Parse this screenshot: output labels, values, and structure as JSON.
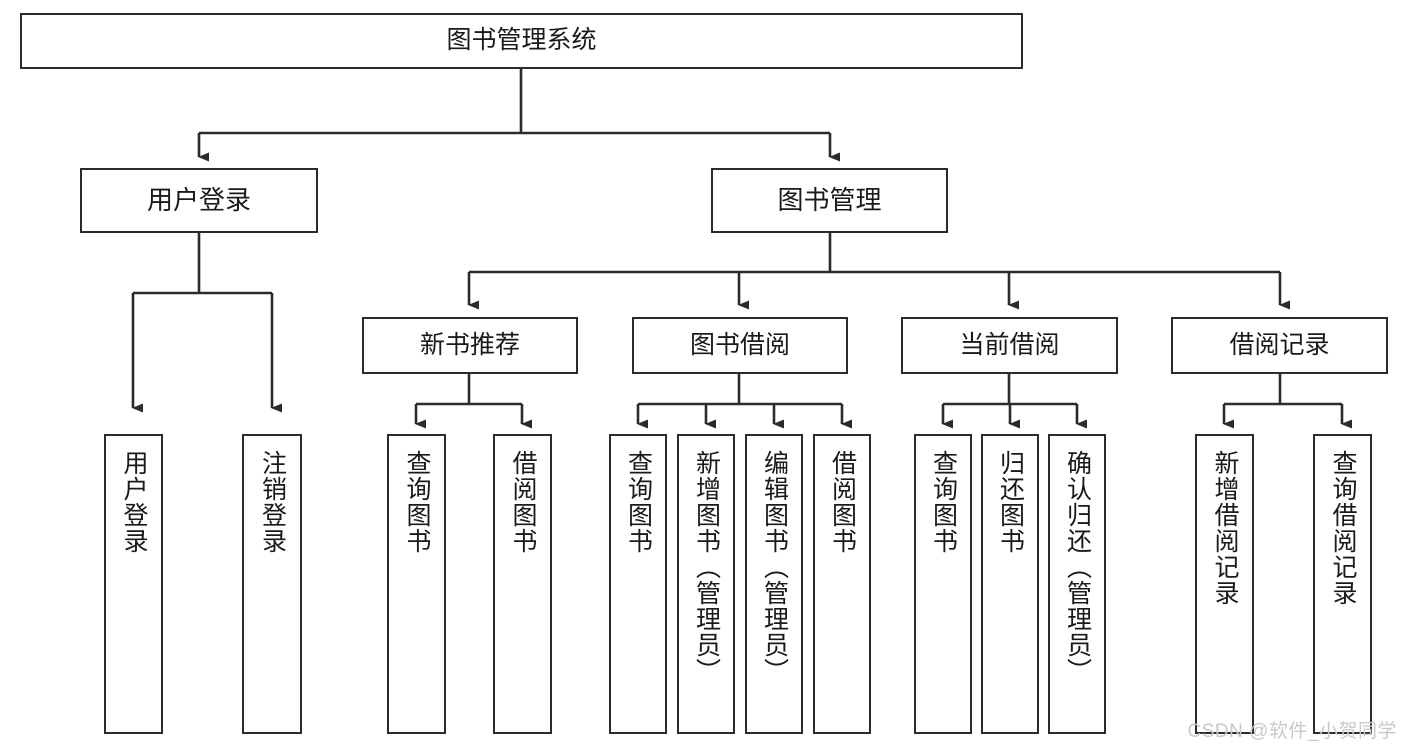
{
  "diagram": {
    "title_text": "图书管理系统",
    "type": "hierarchy-tree",
    "watermark": "CSDN @软件_小贺同学",
    "colors": {
      "box_border": "#2b2b2b",
      "box_fill": "#ffffff",
      "text": "#1a1a1a",
      "edge": "#2b2b2b",
      "watermark": "#c9c9c9"
    },
    "nodes": {
      "root": {
        "label": "图书管理系统"
      },
      "level1": [
        {
          "label": "用户登录"
        },
        {
          "label": "图书管理"
        }
      ],
      "level2": [
        {
          "label": "新书推荐"
        },
        {
          "label": "图书借阅"
        },
        {
          "label": "当前借阅"
        },
        {
          "label": "借阅记录"
        }
      ],
      "leaves_user_login": [
        {
          "label": "用户登录"
        },
        {
          "label": "注销登录"
        }
      ],
      "leaves_new_book": [
        {
          "label": "查询图书"
        },
        {
          "label": "借阅图书"
        }
      ],
      "leaves_borrow": [
        {
          "label": "查询图书"
        },
        {
          "label": "新增图书（管理员）"
        },
        {
          "label": "编辑图书（管理员）"
        },
        {
          "label": "借阅图书"
        }
      ],
      "leaves_current": [
        {
          "label": "查询图书"
        },
        {
          "label": "归还图书"
        },
        {
          "label": "确认归还（管理员）"
        }
      ],
      "leaves_record": [
        {
          "label": "新增借阅记录"
        },
        {
          "label": "查询借阅记录"
        }
      ]
    }
  }
}
